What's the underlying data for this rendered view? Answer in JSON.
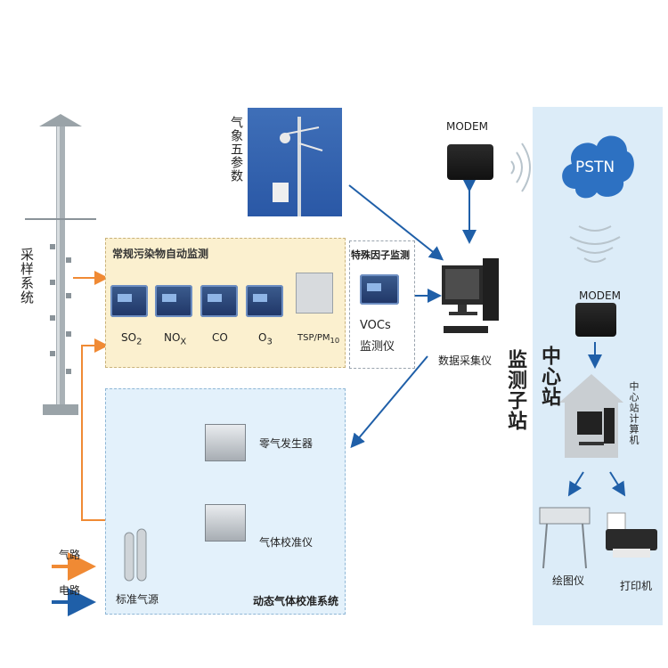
{
  "station": {
    "sampling_system": "采样系统",
    "meteo_label": "气象五参数",
    "conventional_title": "常规污染物自动监测",
    "instruments": [
      {
        "label": "SO",
        "sub": "2"
      },
      {
        "label": "NO",
        "sub": "X"
      },
      {
        "label": "CO",
        "sub": ""
      },
      {
        "label": "O",
        "sub": "3"
      },
      {
        "label": "TSP/PM",
        "sub": "10"
      }
    ],
    "special_title": "特殊因子监测",
    "vocs_line1": "VOCs",
    "vocs_line2": "监测仪",
    "data_collector": "数据采集仪",
    "substation": "监测子站",
    "modem_top": "MODEM",
    "zero_gas": "零气发生器",
    "gas_calibrator": "气体校准仪",
    "standard_gas": "标准气源",
    "calibration_system": "动态气体校准系统",
    "legend_gas": "气路",
    "legend_power": "电路"
  },
  "center": {
    "pstn": "PSTN",
    "modem": "MODEM",
    "computer": "中心站计算机",
    "title": "中心站",
    "plotter": "绘图仪",
    "printer": "打印机"
  },
  "colors": {
    "gas_line": "#f08a34",
    "power_line": "#1f5fa8",
    "panel_yellow": "#fbf0cf",
    "panel_blue": "#e3f1fb"
  }
}
